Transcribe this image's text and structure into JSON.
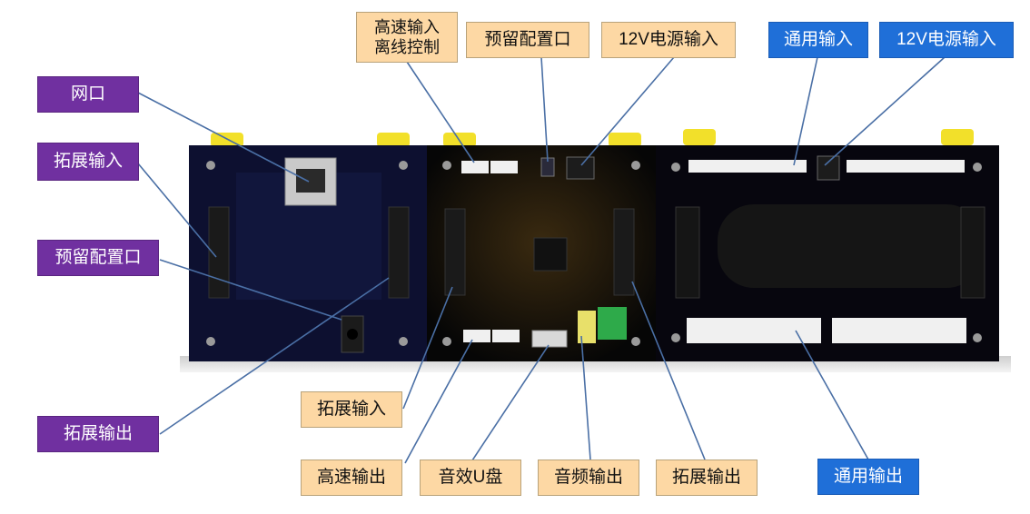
{
  "labels": {
    "lan_port": "网口",
    "expand_input_left": "拓展输入",
    "reserved_config_left": "预留配置口",
    "expand_output_left": "拓展输出",
    "high_speed_input": "高速输入\n离线控制",
    "reserved_config_top": "预留配置口",
    "power_12v_mid": "12V电源输入",
    "general_input": "通用输入",
    "power_12v_right": "12V电源输入",
    "expand_input_bottom": "拓展输入",
    "high_speed_output": "高速输出",
    "sound_usb": "音效U盘",
    "audio_output": "音频输出",
    "expand_output_bottom": "拓展输出",
    "general_output": "通用输出"
  },
  "colors": {
    "purple": "#7030a0",
    "peach": "#fdd8a4",
    "blue": "#1f6fd8",
    "leader_line": "#4a6fa5"
  }
}
